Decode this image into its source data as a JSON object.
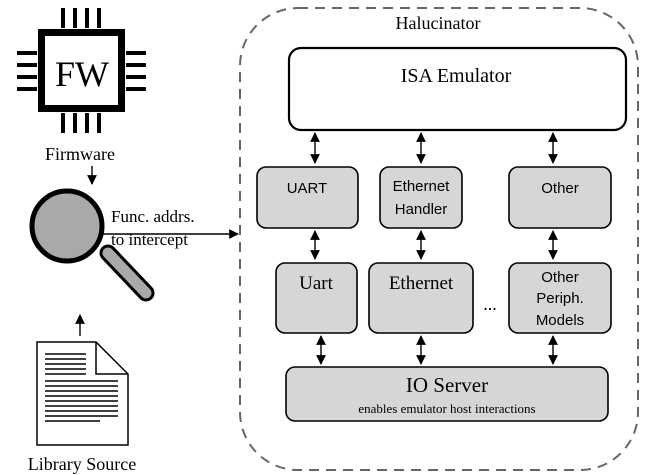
{
  "container": {
    "title": "Halucinator"
  },
  "isa": {
    "label": "ISA Emulator"
  },
  "handlers": {
    "uart": "UART",
    "ethernet_line1": "Ethernet",
    "ethernet_line2": "Handler",
    "other": "Other"
  },
  "models": {
    "uart": "Uart",
    "ethernet": "Ethernet",
    "ellipsis": "...",
    "other_line1": "Other",
    "other_line2": "Periph.",
    "other_line3": "Models"
  },
  "io_server": {
    "title": "IO Server",
    "subtitle": "enables emulator host interactions"
  },
  "firmware": {
    "chip_label": "FW",
    "caption": "Firmware"
  },
  "magnifier": {
    "line1": "Func. addrs.",
    "line2": "to intercept"
  },
  "library": {
    "caption": "Library Source"
  }
}
